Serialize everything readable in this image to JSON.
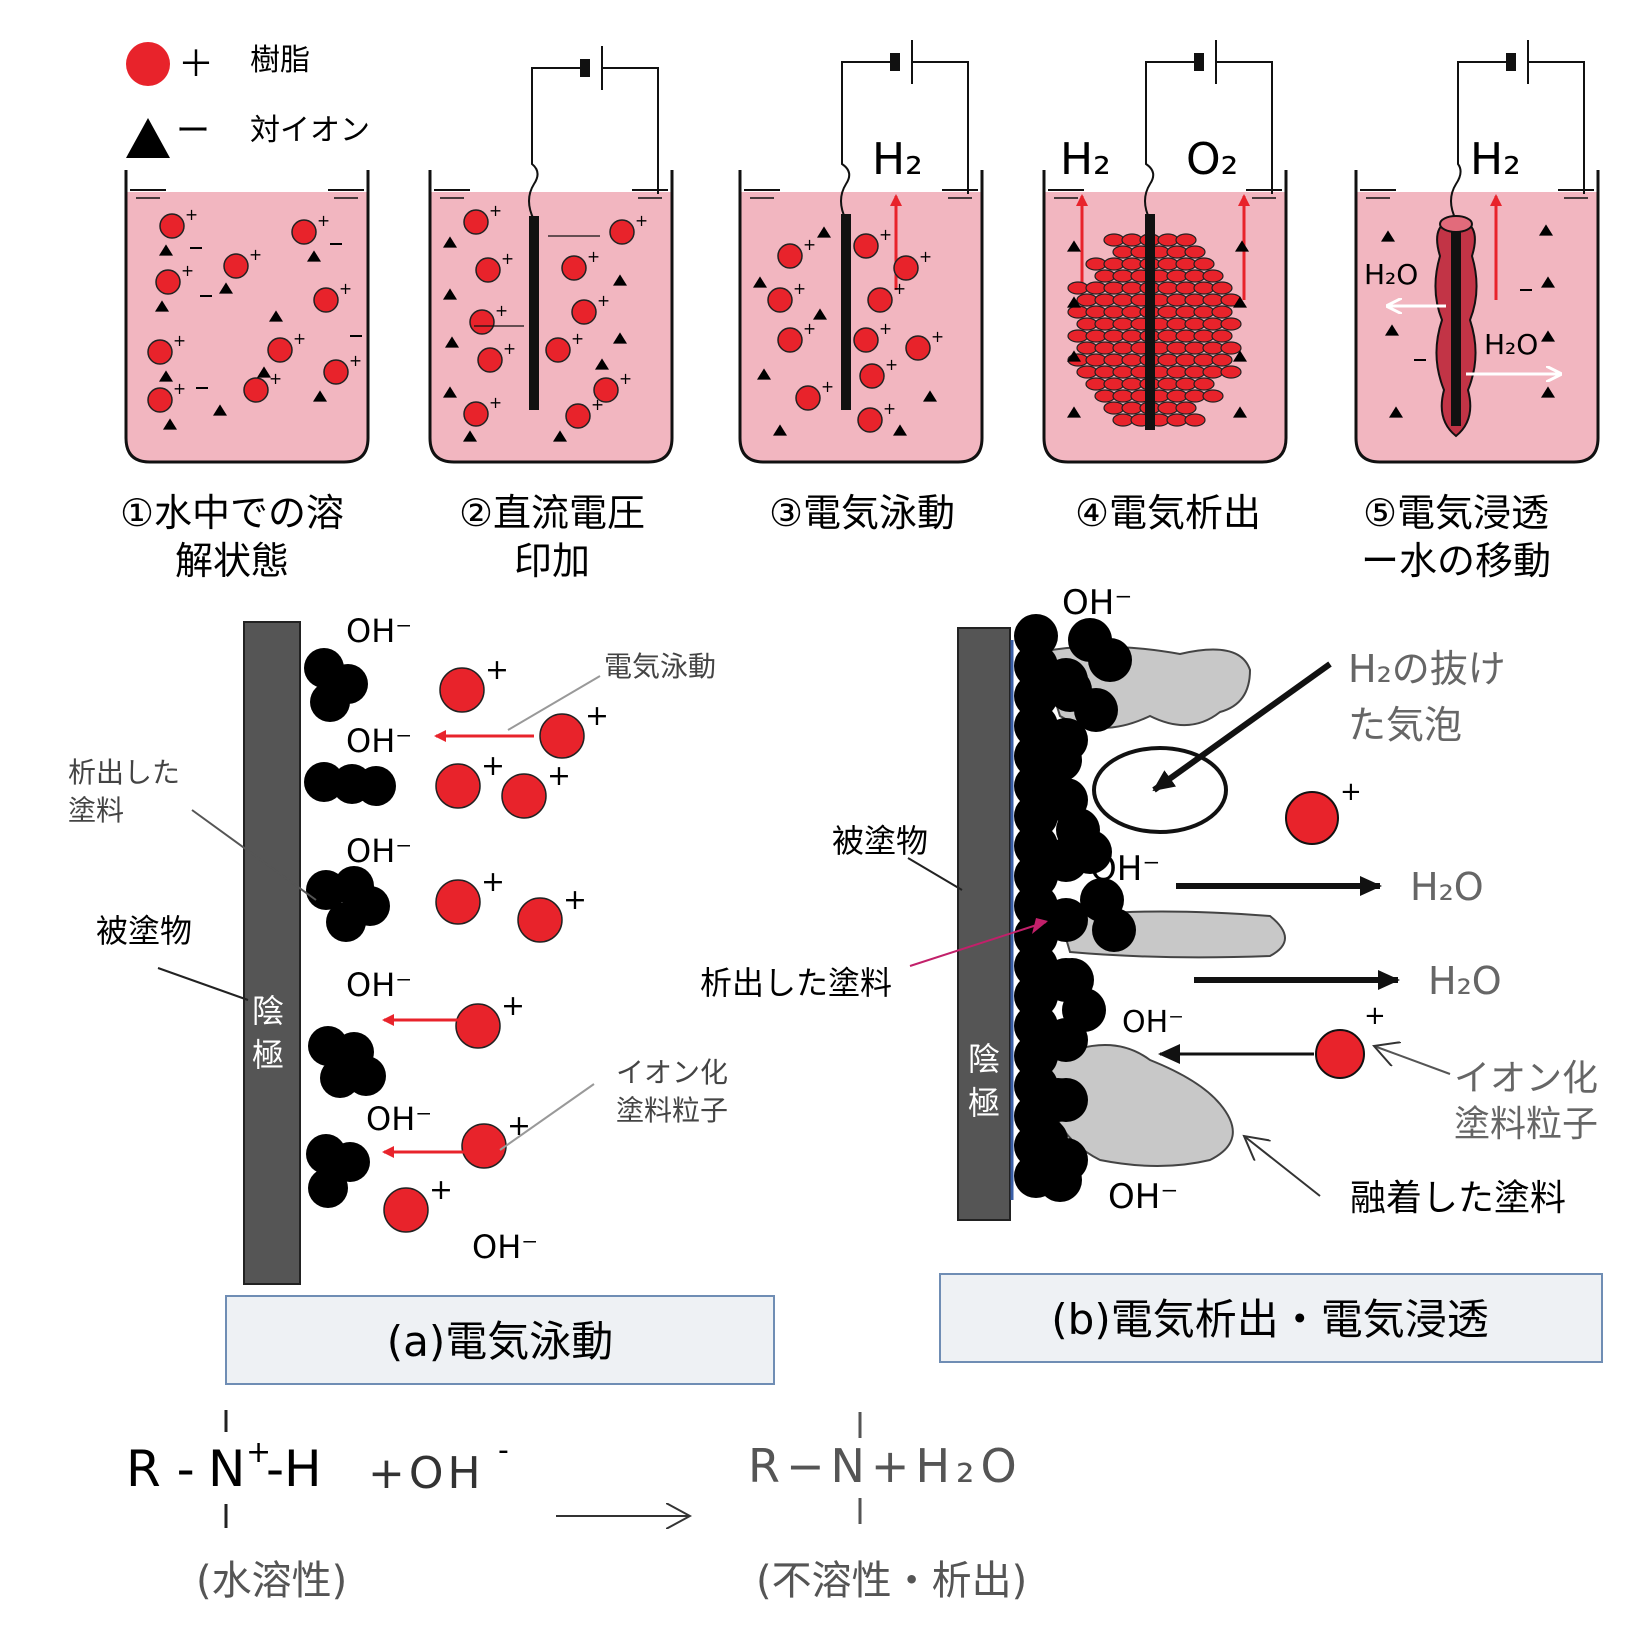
{
  "legend": {
    "resin_sign": "＋",
    "resin_label": "樹脂",
    "counter_sign": "ー",
    "counter_label": "対イオン"
  },
  "beakers": [
    {
      "label_lines": [
        "①水中での溶",
        "解状態"
      ],
      "gases": []
    },
    {
      "label_lines": [
        "②直流電圧",
        "印加"
      ],
      "gases": []
    },
    {
      "label_lines": [
        "③電気泳動"
      ],
      "gases": [
        "H₂"
      ]
    },
    {
      "label_lines": [
        "④電気析出"
      ],
      "gases": [
        "H₂",
        "O₂"
      ]
    },
    {
      "label_lines": [
        "⑤電気浸透",
        "ー水の移動"
      ],
      "gases": [
        "H₂"
      ],
      "water_labels": [
        "H₂O",
        "H₂O"
      ]
    }
  ],
  "panel_a": {
    "oh_labels": [
      "OH⁻",
      "OH⁻",
      "OH⁻",
      "OH⁻",
      "OH⁻",
      "OH⁻"
    ],
    "callout_electrophoresis": "電気泳動",
    "callout_deposited": [
      "析出した",
      "塗料"
    ],
    "callout_substrate": "被塗物",
    "callout_ionized": [
      "イオン化",
      "塗料粒子"
    ],
    "cathode": [
      "陰",
      "極"
    ],
    "caption": "(a)電気泳動"
  },
  "panel_b": {
    "oh_labels": [
      "OH⁻",
      "OH⁻",
      "OH⁻",
      "OH⁻"
    ],
    "callout_bubble": [
      "H₂の抜け",
      "た気泡"
    ],
    "callout_substrate": "被塗物",
    "callout_deposited": "析出した塗料",
    "water_labels": [
      "H₂O",
      "H₂O"
    ],
    "callout_ionized": [
      "イオン化",
      "塗料粒子"
    ],
    "callout_fused": "融着した塗料",
    "cathode": [
      "陰",
      "極"
    ],
    "caption": "(b)電気析出・電気浸透"
  },
  "equation": {
    "left_R": "R -",
    "left_N": "N",
    "left_sup": "+",
    "left_H": "-H",
    "left_oh": "+OH",
    "left_oh_sup": "-",
    "right": "R−N+H₂O",
    "left_note": "(水溶性)",
    "right_note": "(不溶性・析出)"
  },
  "colors": {
    "resin": "#e8232b",
    "liquid": "#f2b6c0",
    "deposit": "#000000",
    "cathode": "#555555",
    "fused": "#c8c8c8",
    "arrow_red": "#e8232b",
    "caption_bg": "#eef1f4",
    "caption_border": "#6f8db4"
  }
}
